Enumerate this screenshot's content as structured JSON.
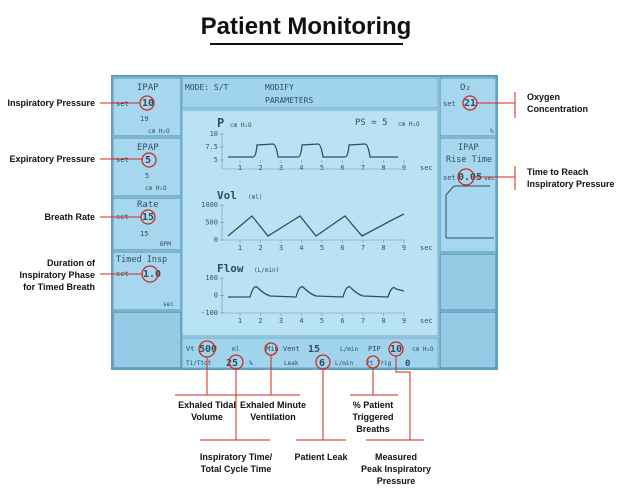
{
  "title": "Patient Monitoring",
  "screen": {
    "left": {
      "ipap": {
        "label": "IPAP",
        "set_label": "set",
        "set_value": "10",
        "actual": "19",
        "unit": "cm H₂O"
      },
      "epap": {
        "label": "EPAP",
        "set_label": "set",
        "set_value": "5",
        "actual": "5",
        "unit": "cm H₂O"
      },
      "rate": {
        "label": "Rate",
        "set_label": "set",
        "set_value": "15",
        "actual": "15",
        "unit": "BPM"
      },
      "timed": {
        "label": "Timed Insp",
        "set_label": "set",
        "set_value": "1.0",
        "unit": "sec"
      }
    },
    "header": {
      "mode": "MODE: S/T",
      "modify_1": "MODIFY",
      "modify_2": "PARAMETERS"
    },
    "right": {
      "o2": {
        "label": "O₂",
        "set_label": "set",
        "set_value": "21",
        "unit": "%"
      },
      "rise": {
        "label_1": "IPAP",
        "label_2": "Rise Time",
        "set_label": "set",
        "set_value": "0.05",
        "unit": "sec"
      }
    },
    "graph_pressure": {
      "title": "P",
      "unit": "cm H₂O",
      "ps_label": "PS = 5",
      "ps_unit": "cm H₂O",
      "y_ticks": [
        "10",
        "7.5",
        "5"
      ],
      "x_ticks": [
        "1",
        "2",
        "3",
        "4",
        "5",
        "6",
        "7",
        "8",
        "9"
      ],
      "x_unit": "sec"
    },
    "graph_volume": {
      "title": "Vol",
      "unit": "(ml)",
      "y_ticks": [
        "1000",
        "500",
        "0"
      ],
      "x_ticks": [
        "1",
        "2",
        "3",
        "4",
        "5",
        "6",
        "7",
        "8",
        "9"
      ],
      "x_unit": "sec"
    },
    "graph_flow": {
      "title": "Flow",
      "unit": "(L/min)",
      "y_ticks": [
        "100",
        "0",
        "-100"
      ],
      "x_ticks": [
        "1",
        "2",
        "3",
        "4",
        "5",
        "6",
        "7",
        "8",
        "9"
      ],
      "x_unit": "sec"
    },
    "bottom": {
      "vt_label": "Vt",
      "vt_value": "500",
      "ml_label": "ml",
      "ti_label": "Ti/Ttot",
      "ti_value": "25",
      "ti_unit": "%",
      "min_vent_label": "Min Vent",
      "min_vent_value": "15",
      "min_vent_unit": "L/min",
      "leak_label": "Leak",
      "leak_value": "6",
      "leak_unit": "L/min",
      "pip_label": "PIP",
      "pip_value": "10",
      "pip_unit": "cm H₂O",
      "pt_trig_label": "Pt Trig",
      "pt_trig_value": "0"
    }
  },
  "annotations": {
    "insp_pressure": "Inspiratory Pressure",
    "exp_pressure": "Expiratory Pressure",
    "breath_rate": "Breath Rate",
    "duration_1": "Duration of",
    "duration_2": "Inspiratory Phase",
    "duration_3": "for Timed Breath",
    "oxygen_1": "Oxygen",
    "oxygen_2": "Concentration",
    "rise_1": "Time to Reach",
    "rise_2": "Inspiratory Pressure",
    "tidal_1": "Exhaled Tidal",
    "tidal_2": "Volume",
    "minvent_1": "Exhaled Minute",
    "minvent_2": "Ventilation",
    "pct_1": "% Patient",
    "pct_2": "Triggered",
    "pct_3": "Breaths",
    "ti_1": "Inspiratory Time/",
    "ti_2": "Total Cycle Time",
    "leak": "Patient Leak",
    "pip_1": "Measured",
    "pip_2": "Peak Inspiratory",
    "pip_3": "Pressure"
  },
  "colors": {
    "screen": "#a7d7ee",
    "callout": "#d02a1a",
    "ink": "#2f4f64"
  }
}
